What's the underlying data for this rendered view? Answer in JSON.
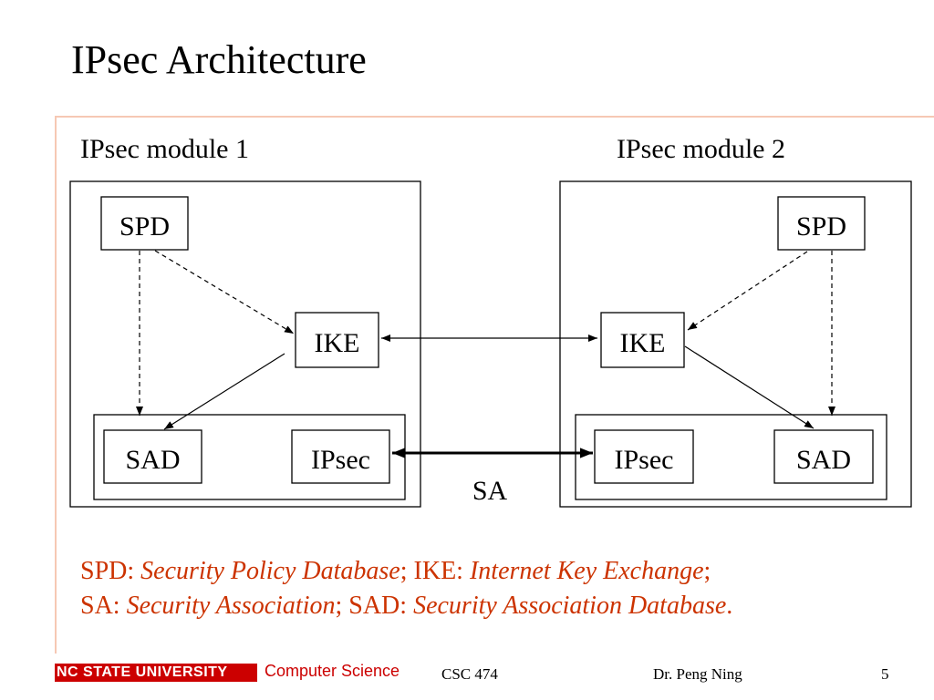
{
  "slide": {
    "title": "IPsec Architecture"
  },
  "diagram": {
    "module1_label": "IPsec module 1",
    "module2_label": "IPsec module 2",
    "spd": "SPD",
    "ike": "IKE",
    "sad": "SAD",
    "ipsec": "IPsec",
    "sa": "SA"
  },
  "legend": {
    "line1": [
      {
        "text": "SPD: ",
        "italic": false
      },
      {
        "text": "Security Policy Database",
        "italic": true
      },
      {
        "text": "; IKE: ",
        "italic": false
      },
      {
        "text": "Internet Key Exchange",
        "italic": true
      },
      {
        "text": ";",
        "italic": false
      }
    ],
    "line2": [
      {
        "text": "SA: ",
        "italic": false
      },
      {
        "text": "Security Association",
        "italic": true
      },
      {
        "text": "; SAD: ",
        "italic": false
      },
      {
        "text": "Security Association Database",
        "italic": true
      },
      {
        "text": ".",
        "italic": false
      }
    ],
    "color": "#cc3300"
  },
  "footer": {
    "university": "NC STATE UNIVERSITY",
    "department": "Computer Science",
    "course": "CSC 474",
    "author": "Dr. Peng Ning",
    "page": "5"
  }
}
